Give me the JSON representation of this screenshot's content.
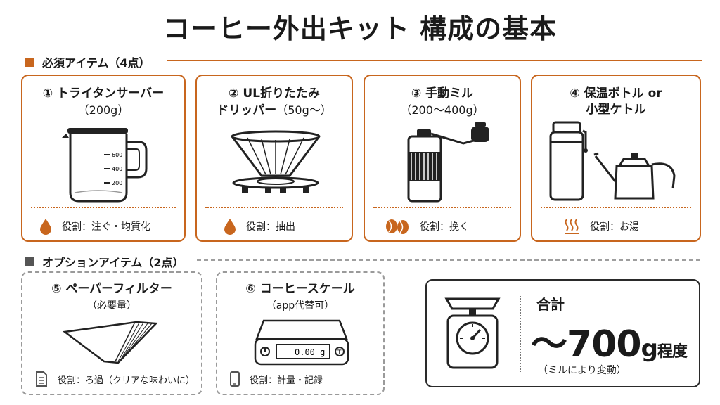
{
  "title": "コーヒー外出キット 構成の基本",
  "colors": {
    "accent": "#c8661e",
    "dark": "#2a2a2a",
    "gray": "#9a9a9a"
  },
  "required": {
    "heading": "必須アイテム（4点）",
    "items": [
      {
        "num": "①",
        "name": "トライタンサーバー",
        "sub": "（200g）",
        "role": "役割：注ぐ・均質化",
        "icon": "drop-icon",
        "scale": [
          "600",
          "400",
          "200"
        ]
      },
      {
        "num": "②",
        "name": "UL折りたたみ",
        "sub_bold": "ドリッパー",
        "sub": "（50g〜）",
        "role": "役割：抽出",
        "icon": "drop-icon"
      },
      {
        "num": "③",
        "name": "手動ミル",
        "sub": "（200〜400g）",
        "role": "役割：挽く",
        "icon": "coffee-beans-icon"
      },
      {
        "num": "④",
        "name": "保温ボトル or",
        "sub_bold": "小型ケトル",
        "sub": "",
        "role": "役割：お湯",
        "icon": "steam-icon"
      }
    ]
  },
  "optional": {
    "heading": "オプションアイテム（2点）",
    "items": [
      {
        "num": "⑤",
        "name": "ペーパーフィルター",
        "sub": "（必要量）",
        "role": "役割：ろ過（クリアな味わいに）",
        "icon": "document-icon"
      },
      {
        "num": "⑥",
        "name": "コーヒースケール",
        "sub": "（app代替可）",
        "role": "役割：計量・記録",
        "icon": "smartphone-icon",
        "display": "0.00 g"
      }
    ]
  },
  "total": {
    "label": "合計",
    "prefix": "〜",
    "value": "700",
    "unit": "g",
    "suffix": "程度",
    "note": "（ミルにより変動）"
  }
}
